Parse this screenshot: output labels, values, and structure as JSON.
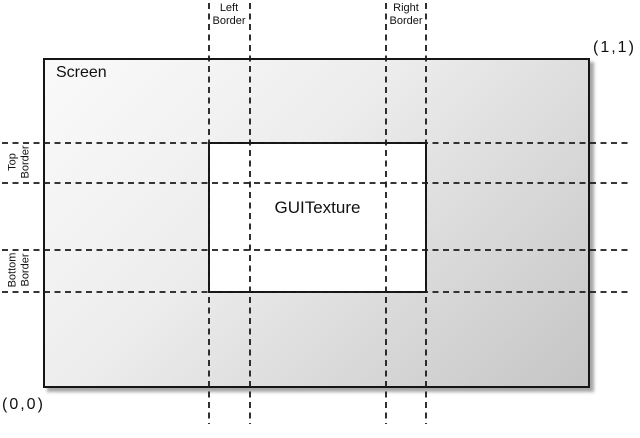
{
  "diagram": {
    "screen": {
      "label": "Screen"
    },
    "texture": {
      "label": "GUITexture"
    },
    "coords": {
      "top_right": "(1,1)",
      "bottom_left": "(0,0)"
    },
    "borders": {
      "left": "Left\nBorder",
      "right": "Right\nBorder",
      "top": "Top\nBorder",
      "bottom": "Bottom\nBorder"
    },
    "colors": {
      "line": "#1a1a1a",
      "rect_border": "#151515",
      "screen_gradient_start": "#fafafa",
      "screen_gradient_end": "#c5c5c5",
      "texture_fill": "#ffffff",
      "background": "#ffffff"
    }
  }
}
